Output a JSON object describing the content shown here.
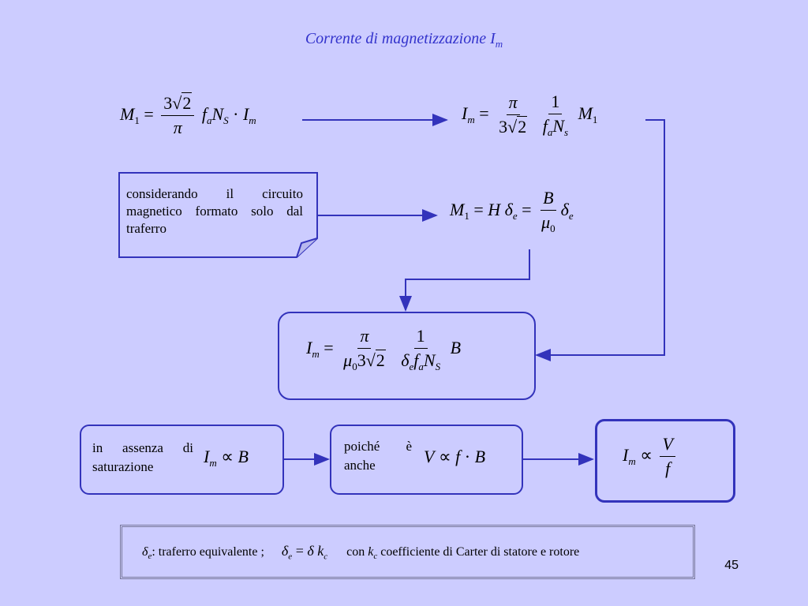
{
  "title": {
    "text": "Corrente di magnetizzazione I",
    "sub": "m"
  },
  "note_box": {
    "text": "considerando il circuito magnetico formato solo dal traferro"
  },
  "box_saturation": {
    "text": "in assenza di saturazione"
  },
  "box_poiche": {
    "text": "poiché è anche"
  },
  "footer": {
    "definition": ": traferro equivalente ;",
    "con": "con",
    "carter": "coefficiente di Carter di statore e rotore"
  },
  "page_number": "45",
  "colors": {
    "background": "#ccccff",
    "accent": "#3333cc",
    "border": "#3333bb"
  }
}
